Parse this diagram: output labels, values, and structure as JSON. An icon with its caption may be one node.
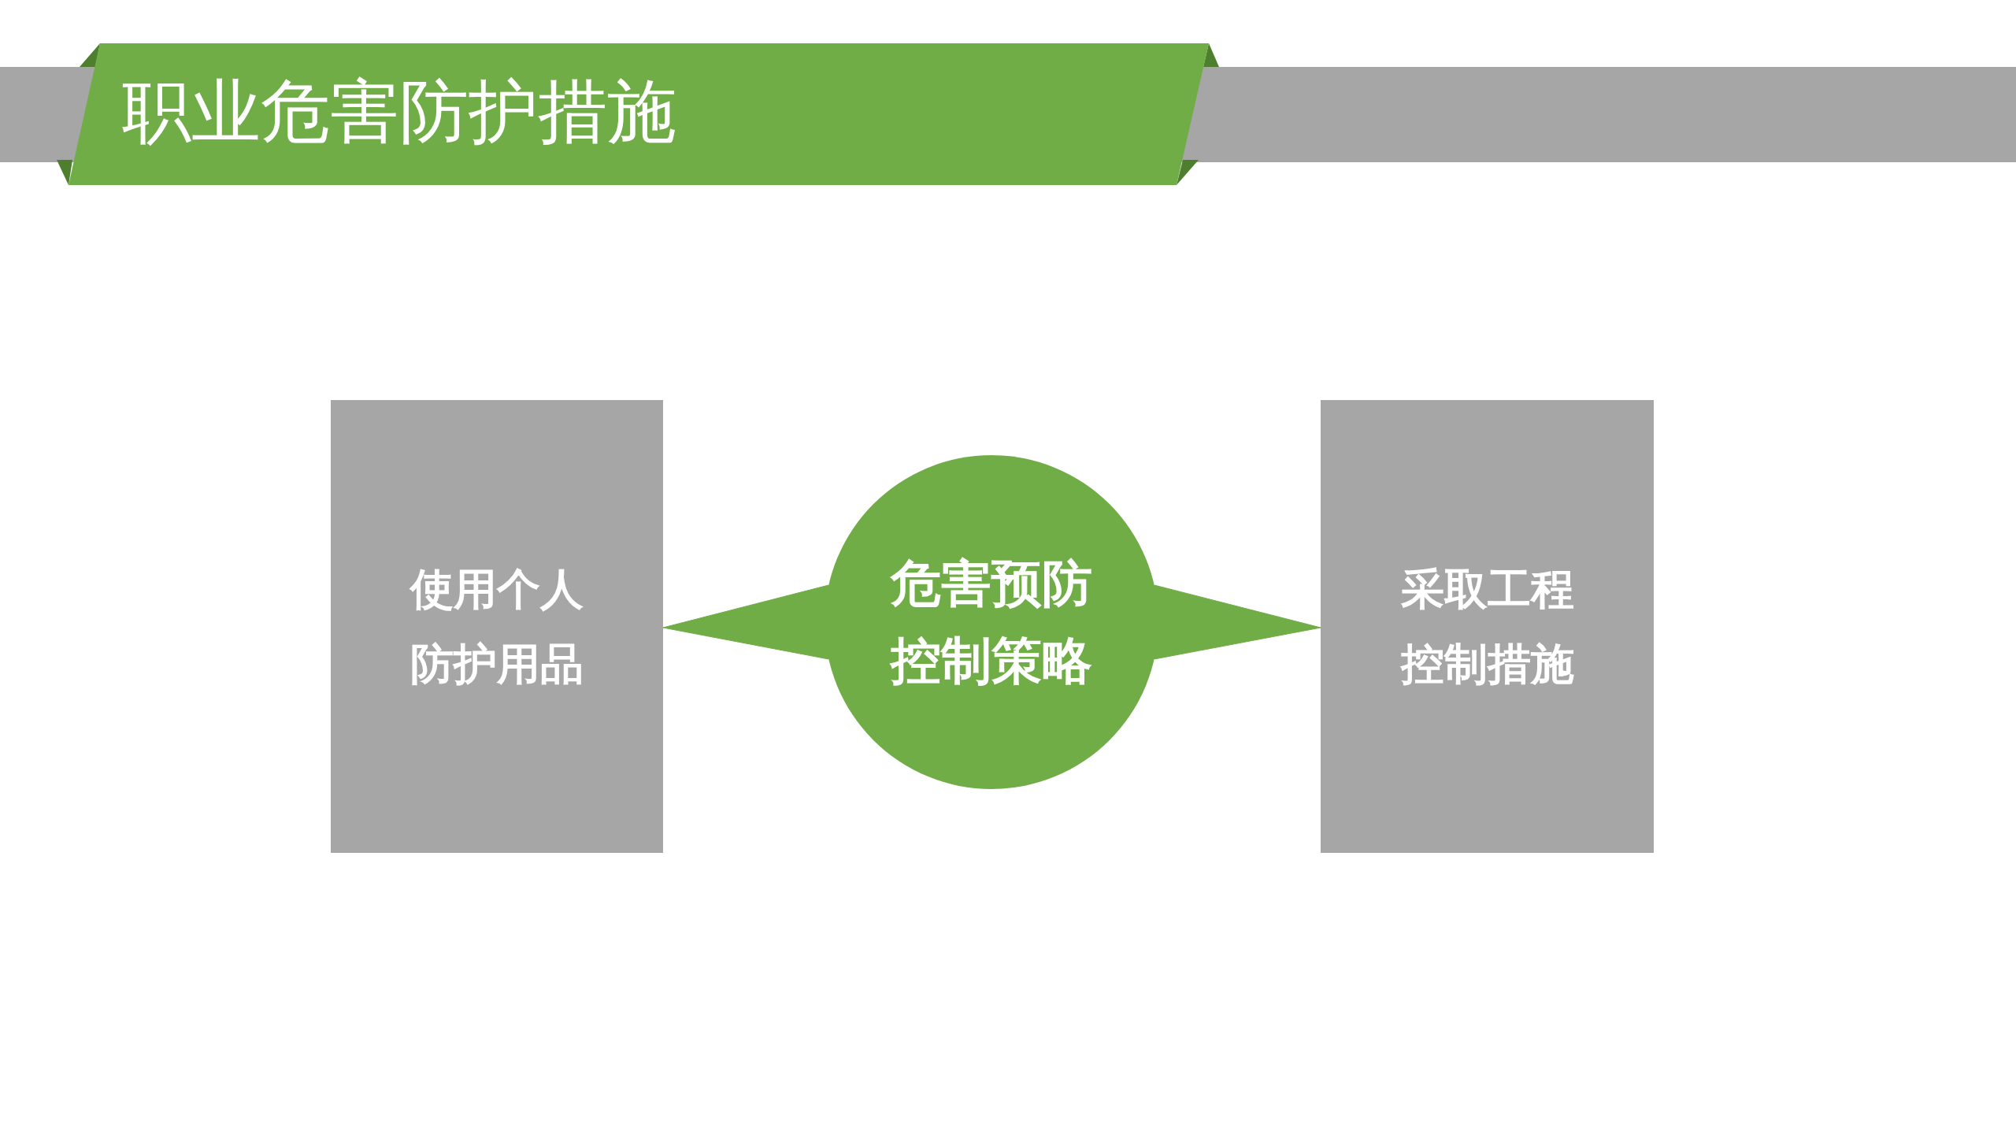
{
  "diagram": {
    "title": "职业危害防护措施",
    "nodes": [
      {
        "text": [
          "使用个人防护用品"
        ]
      },
      {
        "text": [
          "危害预防控制策略"
        ]
      },
      {
        "text": [
          "采取工程控制措施"
        ]
      }
    ],
    "edges": [
      {
        "from": 1,
        "to": 0,
        "arrow": "to"
      },
      {
        "from": 1,
        "to": 2,
        "arrow": "to"
      }
    ]
  }
}
